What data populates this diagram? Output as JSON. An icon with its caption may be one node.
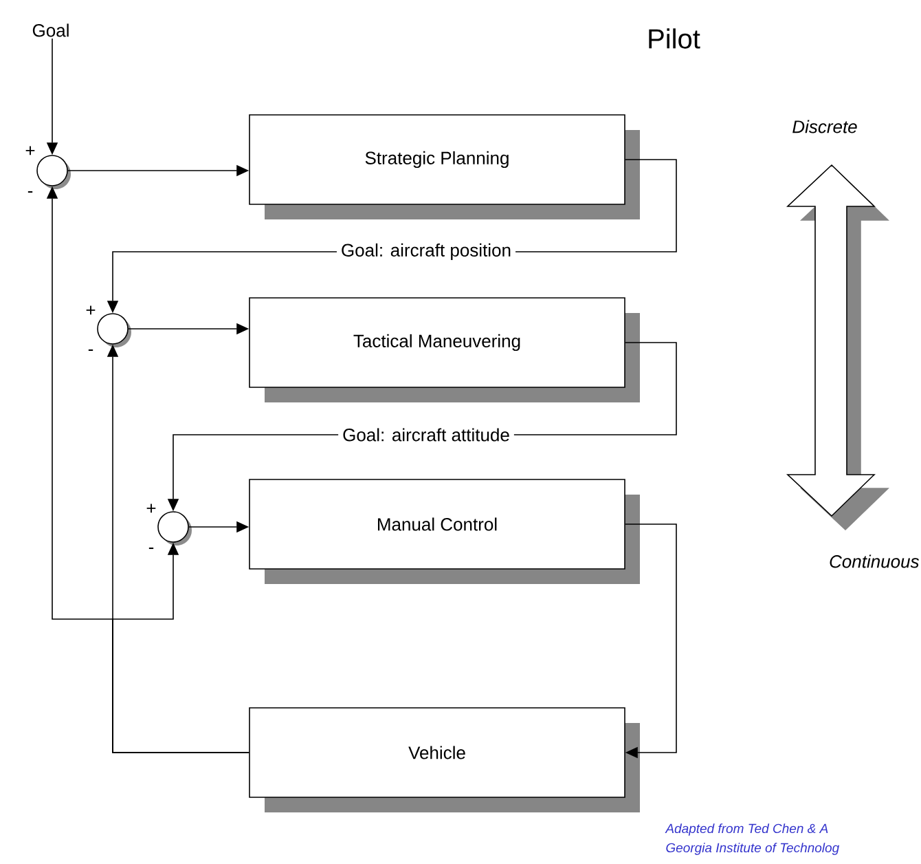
{
  "diagram": {
    "title": "Pilot",
    "nodes": [
      {
        "text": [
          "Goal"
        ]
      },
      {
        "text": [],
        "shape": "circle"
      },
      {
        "text": [
          "Strategic Planning"
        ]
      },
      {
        "text": [],
        "shape": "circle"
      },
      {
        "text": [
          "Tactical Maneuvering"
        ]
      },
      {
        "text": [],
        "shape": "circle"
      },
      {
        "text": [
          "Manual Control"
        ]
      },
      {
        "text": [
          "Vehicle"
        ]
      }
    ],
    "edges": [
      {
        "from": 0,
        "to": 1,
        "arrow": "to"
      },
      {
        "from": 1,
        "to": 2,
        "arrow": "to"
      },
      {
        "from": 2,
        "to": 3,
        "arrow": "to",
        "label": "Goal: aircraft position"
      },
      {
        "from": 3,
        "to": 4,
        "arrow": "to"
      },
      {
        "from": 4,
        "to": 5,
        "arrow": "to",
        "label": "Goal: aircraft attitude"
      },
      {
        "from": 5,
        "to": 6,
        "arrow": "to"
      },
      {
        "from": 6,
        "to": 7,
        "arrow": "to"
      },
      {
        "from": 7,
        "to": 1,
        "arrow": "to"
      },
      {
        "from": 7,
        "to": 3,
        "arrow": "to"
      },
      {
        "from": 7,
        "to": 5,
        "arrow": "to"
      }
    ],
    "labels": [
      "+",
      "-",
      "+",
      "-",
      "+",
      "-",
      "Discrete",
      "Continuous",
      "Adapted from Ted Chen & A",
      "Georgia Institute of Technolog"
    ]
  }
}
